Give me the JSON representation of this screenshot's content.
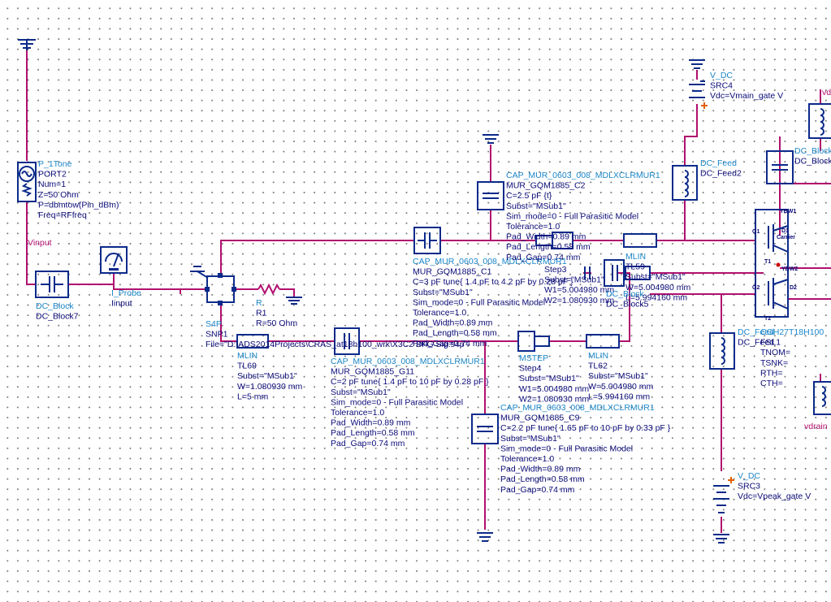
{
  "components": [
    {
      "id": "ptone",
      "lines": [
        {
          "t": "P_1Tone",
          "c": "name"
        },
        {
          "t": "PORT2",
          "c": "param"
        },
        {
          "t": "Num=1",
          "c": "param"
        },
        {
          "t": "Z=50 Ohm",
          "c": "param"
        },
        {
          "t": "P=dbmtow(Pin_dBm)",
          "c": "param"
        },
        {
          "t": "Freq=RFfreq",
          "c": "param"
        }
      ]
    },
    {
      "id": "vinput",
      "lines": [
        {
          "t": "Vinput",
          "c": "net"
        }
      ]
    },
    {
      "id": "dcblock7",
      "lines": [
        {
          "t": "DC_Block",
          "c": "name"
        },
        {
          "t": "DC_Block7",
          "c": "param"
        }
      ]
    },
    {
      "id": "iprobe",
      "lines": [
        {
          "t": "I_Probe",
          "c": "name"
        },
        {
          "t": "Iinput",
          "c": "param"
        }
      ]
    },
    {
      "id": "s4p",
      "lines": [
        {
          "t": "S4P",
          "c": "name"
        },
        {
          "t": "SNP1",
          "c": "param"
        },
        {
          "t": "File=\"D:\\ADS2014Projects\\CRAS_at18h100_wrk\\X3C2 BFG Sig.s4p\"",
          "c": "param"
        }
      ]
    },
    {
      "id": "r1",
      "lines": [
        {
          "t": "R",
          "c": "name"
        },
        {
          "t": "R1",
          "c": "param"
        },
        {
          "t": "R=50 Ohm",
          "c": "param"
        }
      ]
    },
    {
      "id": "tl69a",
      "lines": [
        {
          "t": "MLIN",
          "c": "name"
        },
        {
          "t": "TL69",
          "c": "param"
        },
        {
          "t": "Subst=\"MSub1\"",
          "c": "param"
        },
        {
          "t": "W=1.080930 mm",
          "c": "param"
        },
        {
          "t": "L=5 mm",
          "c": "param"
        }
      ]
    },
    {
      "id": "capc1",
      "lines": [
        {
          "t": "CAP_MUR_0603_008_MDLXCLRMUR1",
          "c": "name"
        },
        {
          "t": "MUR_GQM1885_C1",
          "c": "param"
        },
        {
          "t": "C=3 pF tune{ 1.4 pF to 4.2 pF by 0.28 pF }",
          "c": "param"
        },
        {
          "t": "Subst=\"MSub1\"",
          "c": "param"
        },
        {
          "t": "Sim_mode=0 - Full Parasitic Model",
          "c": "param"
        },
        {
          "t": "Tolerance=1.0",
          "c": "param"
        },
        {
          "t": "Pad_Width=0.89 mm",
          "c": "param"
        },
        {
          "t": "Pad_Length=0.58 mm",
          "c": "param"
        },
        {
          "t": "Pad_Gap=0.74 mm",
          "c": "param"
        }
      ]
    },
    {
      "id": "capc2",
      "lines": [
        {
          "t": "CAP_MUR_0603_008_MDLXCLRMUR1",
          "c": "name"
        },
        {
          "t": "MUR_GQM1885_C2",
          "c": "param"
        },
        {
          "t": "C=2.5 pF {t}",
          "c": "param"
        },
        {
          "t": "Subst=\"MSub1\"",
          "c": "param"
        },
        {
          "t": "Sim_mode=0 - Full Parasitic Model",
          "c": "param"
        },
        {
          "t": "Tolerance=1.0",
          "c": "param"
        },
        {
          "t": "Pad_Width=0.89 mm",
          "c": "param"
        },
        {
          "t": "Pad_Length=0.58 mm",
          "c": "param"
        },
        {
          "t": "Pad_Gap=0.74 mm",
          "c": "param"
        }
      ]
    },
    {
      "id": "capg11",
      "lines": [
        {
          "t": "CAP_MUR_0603_008_MDLXCLRMUR1",
          "c": "name"
        },
        {
          "t": "MUR_GQM1885_G11",
          "c": "param"
        },
        {
          "t": "C=2 pF tune{ 1.4 pF to 10 pF by 0.28 pF }",
          "c": "param"
        },
        {
          "t": "Subst=\"MSub1\"",
          "c": "param"
        },
        {
          "t": "Sim_mode=0 - Full Parasitic Model",
          "c": "param"
        },
        {
          "t": "Tolerance=1.0",
          "c": "param"
        },
        {
          "t": "Pad_Width=0.89 mm",
          "c": "param"
        },
        {
          "t": "Pad_Length=0.58 mm",
          "c": "param"
        },
        {
          "t": "Pad_Gap=0.74 mm",
          "c": "param"
        }
      ]
    },
    {
      "id": "capc9",
      "lines": [
        {
          "t": "CAP_MUR_0603_008_MDLXCLRMUR1",
          "c": "name"
        },
        {
          "t": "MUR_GQM1885_C9",
          "c": "param"
        },
        {
          "t": "C=2.2 pF tune{ 1.65 pF to 10 pF by 0.33 pF }",
          "c": "param"
        },
        {
          "t": "Subst=\"MSub1\"",
          "c": "param"
        },
        {
          "t": "Sim_mode=0 - Full Parasitic Model",
          "c": "param"
        },
        {
          "t": "Tolerance=1.0",
          "c": "param"
        },
        {
          "t": "Pad_Width=0.89 mm",
          "c": "param"
        },
        {
          "t": "Pad_Length=0.58 mm",
          "c": "param"
        },
        {
          "t": "Pad_Gap=0.74 mm",
          "c": "param"
        }
      ]
    },
    {
      "id": "step4",
      "lines": [
        {
          "t": "MSTEP",
          "c": "name"
        },
        {
          "t": "Step4",
          "c": "param"
        },
        {
          "t": "Subst=\"MSub1\"",
          "c": "param"
        },
        {
          "t": "W1=5.004980 mm",
          "c": "param"
        },
        {
          "t": "W2=1.080930 mm",
          "c": "param"
        }
      ]
    },
    {
      "id": "tl62",
      "lines": [
        {
          "t": "MLIN",
          "c": "name"
        },
        {
          "t": "TL62",
          "c": "param"
        },
        {
          "t": "Subst=\"MSub1\"",
          "c": "param"
        },
        {
          "t": "W=5.004980 mm",
          "c": "param"
        },
        {
          "t": "L=5.994160 mm",
          "c": "param"
        }
      ]
    },
    {
      "id": "step3",
      "lines": [
        {
          "t": "Step3",
          "c": "param"
        },
        {
          "t": "Subst=\"MSub1\"",
          "c": "param"
        },
        {
          "t": "W1=5.004980 mm",
          "c": "param"
        },
        {
          "t": "W2=1.080930 mm",
          "c": "param"
        }
      ]
    },
    {
      "id": "tl59",
      "lines": [
        {
          "t": "MLIN",
          "c": "name"
        },
        {
          "t": "TL59",
          "c": "param"
        },
        {
          "t": "Subst=\"MSub1\"",
          "c": "param"
        },
        {
          "t": "W=5.004980 mm",
          "c": "param"
        },
        {
          "t": "L=5.994160 mm",
          "c": "param"
        }
      ]
    },
    {
      "id": "dcblock5",
      "lines": [
        {
          "t": "DC_Block",
          "c": "name"
        },
        {
          "t": "DC_Block5",
          "c": "param"
        }
      ]
    },
    {
      "id": "vdc4",
      "lines": [
        {
          "t": "V_DC",
          "c": "name"
        },
        {
          "t": "SRC4",
          "c": "param"
        },
        {
          "t": "Vdc=Vmain_gate V",
          "c": "param"
        }
      ]
    },
    {
      "id": "dcfeed2",
      "lines": [
        {
          "t": "DC_Feed",
          "c": "name"
        },
        {
          "t": "DC_Feed2",
          "c": "param"
        }
      ]
    },
    {
      "id": "dcblockr",
      "lines": [
        {
          "t": "DC_Block",
          "c": "name"
        },
        {
          "t": "DC_Block",
          "c": "param"
        }
      ]
    },
    {
      "id": "vdrtop",
      "lines": [
        {
          "t": "vdr",
          "c": "net"
        }
      ]
    },
    {
      "id": "dcfeedx",
      "lines": [
        {
          "t": "DC_Feed",
          "c": "name"
        },
        {
          "t": "DC_Feed",
          "c": "param"
        }
      ]
    },
    {
      "id": "fsl",
      "lines": [
        {
          "t": "CGH27T18H100",
          "c": "name"
        },
        {
          "t": "FSL1",
          "c": "param"
        },
        {
          "t": "TNOM=",
          "c": "param"
        },
        {
          "t": "TSNK=",
          "c": "param"
        },
        {
          "t": "RTH=",
          "c": "param"
        },
        {
          "t": "CTH=",
          "c": "param"
        }
      ]
    },
    {
      "id": "vdrain",
      "lines": [
        {
          "t": "vdrain",
          "c": "net"
        }
      ]
    },
    {
      "id": "vdc3",
      "lines": [
        {
          "t": "V_DC",
          "c": "name"
        },
        {
          "t": "SRC3",
          "c": "param"
        },
        {
          "t": "Vdc=Vpeak_gate V",
          "c": "param"
        }
      ]
    }
  ],
  "device_pins": {
    "ybw1": "YBW1",
    "ybw2": "YBW2",
    "d1": "D1",
    "g1": "G1",
    "t1": "T1",
    "d2": "D2",
    "g2": "G2",
    "t2": "T2",
    "carrier": "Carrier"
  }
}
